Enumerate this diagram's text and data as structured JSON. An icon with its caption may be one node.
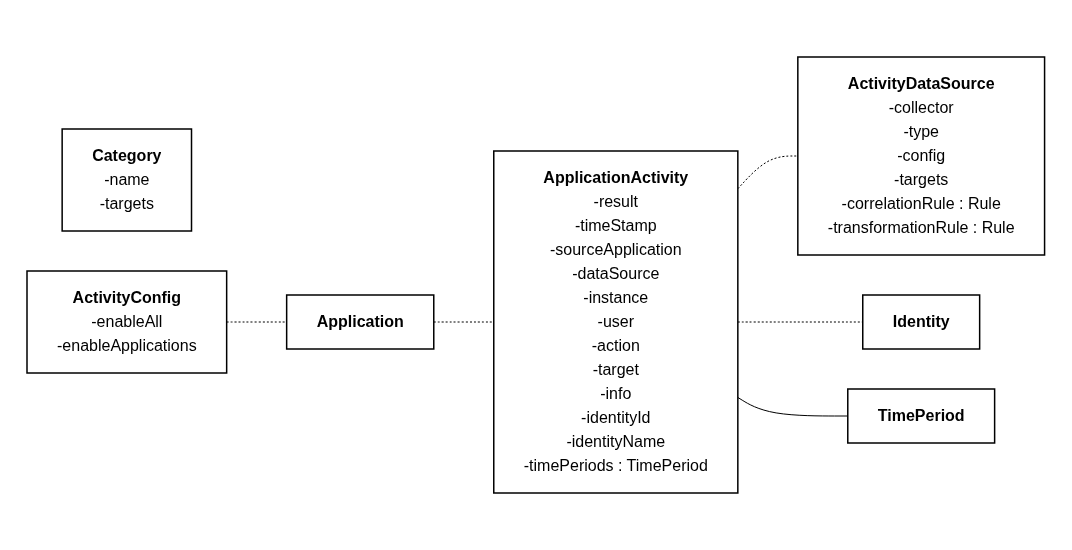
{
  "diagram": {
    "nodes": [
      {
        "text": [
          "ApplicationActivity",
          "-result",
          "-timeStamp",
          "-sourceApplication",
          "-dataSource",
          "-instance",
          "-user",
          "-action",
          "-target",
          "-info",
          "-identityId",
          "-identityName",
          "-timePeriods : TimePeriod"
        ]
      },
      {
        "text": [
          "ActivityDataSource",
          "-collector",
          "-type",
          "-config",
          "-targets",
          "-correlationRule : Rule",
          "-transformationRule : Rule"
        ]
      },
      {
        "text": [
          "Category",
          "-name",
          "-targets"
        ]
      },
      {
        "text": [
          "ActivityConfig",
          "-enableAll",
          "-enableApplications"
        ]
      },
      {
        "text": [
          "Application"
        ]
      },
      {
        "text": [
          "Identity"
        ]
      },
      {
        "text": [
          "TimePeriod"
        ]
      }
    ],
    "edges": [
      {
        "from": 3,
        "to": 4,
        "arrow": "none",
        "style": "dashed"
      },
      {
        "from": 4,
        "to": 0,
        "arrow": "none",
        "style": "dashed"
      },
      {
        "from": 0,
        "to": 1,
        "arrow": "none",
        "style": "dashed"
      },
      {
        "from": 0,
        "to": 5,
        "arrow": "none",
        "style": "dashed"
      },
      {
        "from": 0,
        "to": 6,
        "arrow": "none"
      }
    ]
  }
}
